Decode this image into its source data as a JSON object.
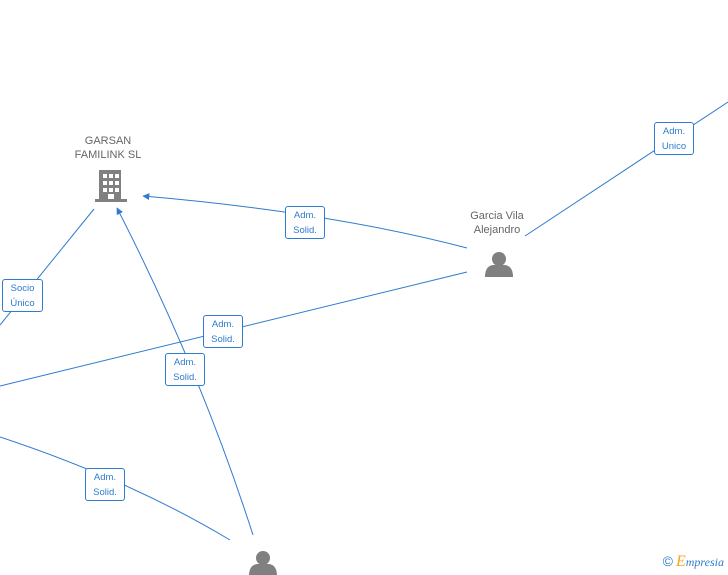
{
  "nodes": {
    "company": {
      "line1": "GARSAN",
      "line2": "FAMILINK  SL",
      "icon": "building-icon"
    },
    "person_garcia": {
      "line1": "Garcia Vila",
      "line2": "Alejandro",
      "icon": "person-icon"
    },
    "person_bottom": {
      "icon": "person-icon"
    }
  },
  "edges": [
    {
      "id": "adm-unico",
      "line1": "Adm.",
      "line2": "Unico"
    },
    {
      "id": "adm-solid-garcia",
      "line1": "Adm.",
      "line2": "Solid."
    },
    {
      "id": "socio-unico",
      "line1": "Socio",
      "line2": "Único"
    },
    {
      "id": "adm-solid-cross",
      "line1": "Adm.",
      "line2": "Solid."
    },
    {
      "id": "adm-solid-bottom-up",
      "line1": "Adm.",
      "line2": "Solid."
    },
    {
      "id": "adm-solid-bottom-left",
      "line1": "Adm.",
      "line2": "Solid."
    }
  ],
  "colors": {
    "edge": "#2e7bcf",
    "icon": "#808080",
    "label": "#666666"
  },
  "brand": {
    "copyright": "©",
    "name_first": "E",
    "name_rest": "mpresia"
  }
}
